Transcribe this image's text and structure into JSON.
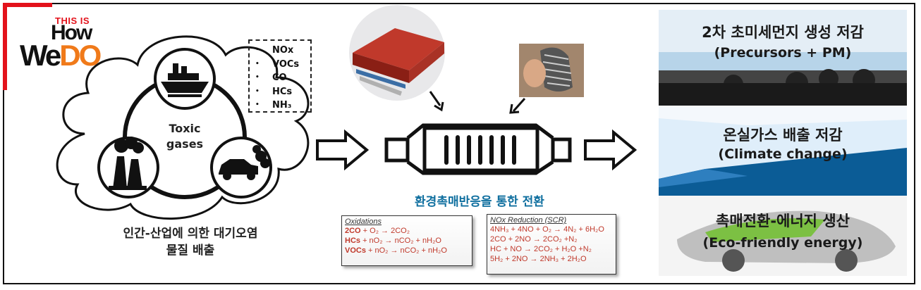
{
  "logo": {
    "small": "THIS IS",
    "how": "How",
    "we": "We",
    "do": "DO"
  },
  "source": {
    "center_label": [
      "Toxic",
      "gases"
    ],
    "caption": [
      "인간-산업에 의한 대기오염",
      "물질 배출"
    ],
    "gases": [
      "NOx",
      "VOCs",
      "CO",
      "HCs",
      "NH₃"
    ],
    "icons": [
      "ship-icon",
      "factory-icon",
      "car-icon"
    ]
  },
  "catalyst": {
    "caption": "환경촉매반응을 통한 전환"
  },
  "oxidations": {
    "title": "Oxidations",
    "lines": [
      {
        "lead": "2CO",
        "rest": " + O₂ → 2CO₂"
      },
      {
        "lead": "HCs",
        "rest": " + nO₂ → nCO₂ + nH₂O"
      },
      {
        "lead": "VOCs",
        "rest": " + nO₂ → nCO₂ + nH₂O"
      }
    ]
  },
  "nox": {
    "title": "NOx Reduction (SCR)",
    "lines": [
      "4NH₃ + 4NO + O₂ → 4N₂ + 6H₂O",
      "2CO + 2NO → 2CO₂ +N₂",
      "HC + NO → 2CO₂ + H₂O +N₂",
      "5H₂ + 2NO → 2NH₃ + 2H₂O"
    ]
  },
  "outcomes": [
    {
      "title": "2차 초미세먼지 생성 저감",
      "subtitle": "(Precursors + PM)"
    },
    {
      "title": "온실가스 배출 저감",
      "subtitle": "(Climate change)"
    },
    {
      "title": "촉매전환-에너지 생산",
      "subtitle": "(Eco-friendly energy)"
    }
  ],
  "colors": {
    "accent_red": "#e3121b",
    "logo_orange": "#f07a1a",
    "equation_red": "#c0392b"
  }
}
